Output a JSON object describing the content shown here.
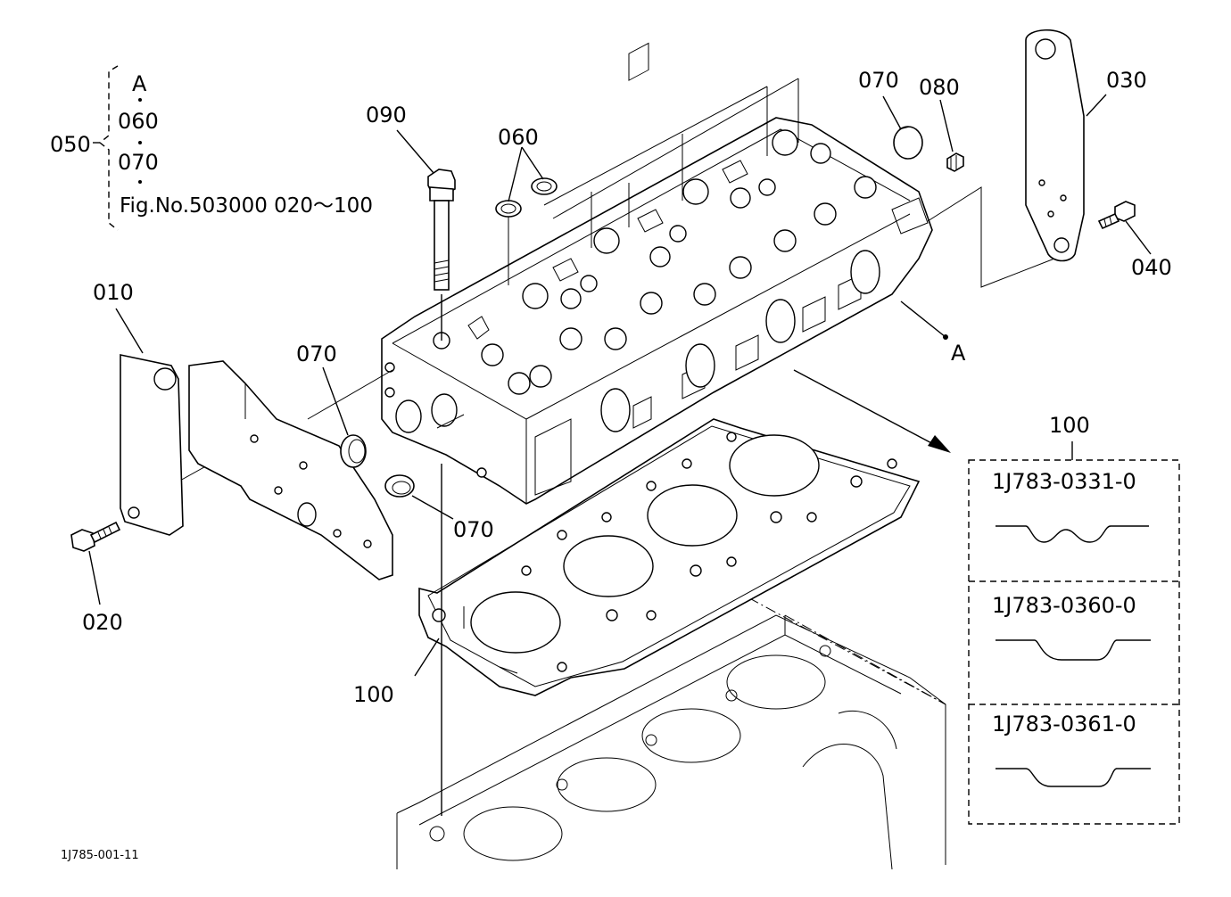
{
  "callouts": {
    "p010": "010",
    "p020": "020",
    "p030": "030",
    "p040": "040",
    "p050": "050",
    "p060": "060",
    "p070_top": "070",
    "p070_left": "070",
    "p070_bottom": "070",
    "p080": "080",
    "p090": "090",
    "p100_gasket": "100",
    "p100_box": "100",
    "ref_a": "A"
  },
  "kit_bracket": {
    "items": [
      "A",
      "060",
      "070",
      "Fig.No.503000  020～100"
    ]
  },
  "gasket_options": [
    {
      "part_no": "1J783-0331-0"
    },
    {
      "part_no": "1J783-0360-0"
    },
    {
      "part_no": "1J783-0361-0"
    }
  ],
  "figure_code": "1J785-001-11"
}
